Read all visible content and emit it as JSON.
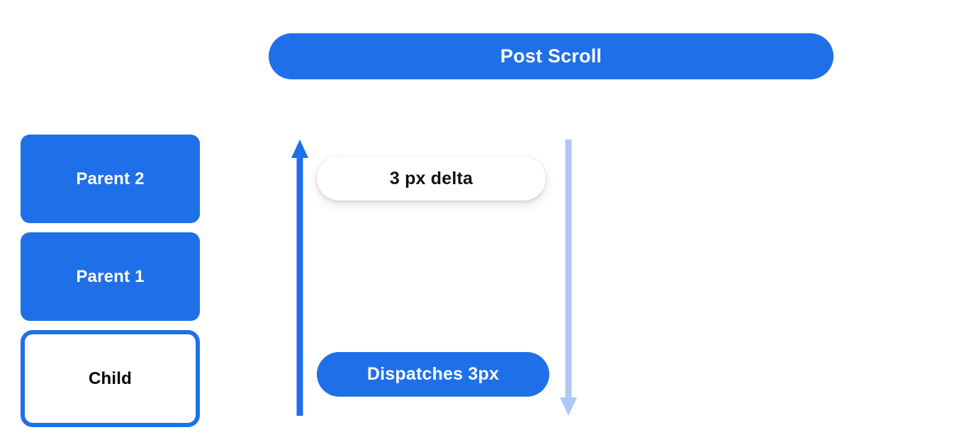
{
  "diagram": {
    "title": "Post Scroll",
    "header": {
      "label": "Post Scroll",
      "color": "#1f70e8",
      "text_color": "#ffffff"
    },
    "nodes": [
      {
        "label": "Parent 2",
        "style": "filled",
        "fill": "#1f70e8",
        "text_color": "#ffffff"
      },
      {
        "label": "Parent 1",
        "style": "filled",
        "fill": "#1f70e8",
        "text_color": "#ffffff"
      },
      {
        "label": "Child",
        "style": "outlined",
        "fill": "#ffffff",
        "border": "#1f70e8",
        "text_color": "#000000"
      }
    ],
    "arrows": [
      {
        "name": "upward-scroll-arrow",
        "direction": "up",
        "color": "#1f70e8"
      },
      {
        "name": "downward-dispatch-arrow",
        "direction": "down",
        "color": "#aec8f5"
      }
    ],
    "annotations": [
      {
        "label": "3 px delta",
        "style": "white-pill",
        "fill": "#ffffff",
        "text_color": "#111111"
      },
      {
        "label": "Dispatches 3px",
        "style": "blue-pill",
        "fill": "#1f70e8",
        "text_color": "#ffffff"
      }
    ],
    "colors": {
      "primary_blue": "#1f70e8",
      "light_blue": "#aec8f5",
      "background": "#ffffff",
      "text_dark": "#000000"
    }
  }
}
